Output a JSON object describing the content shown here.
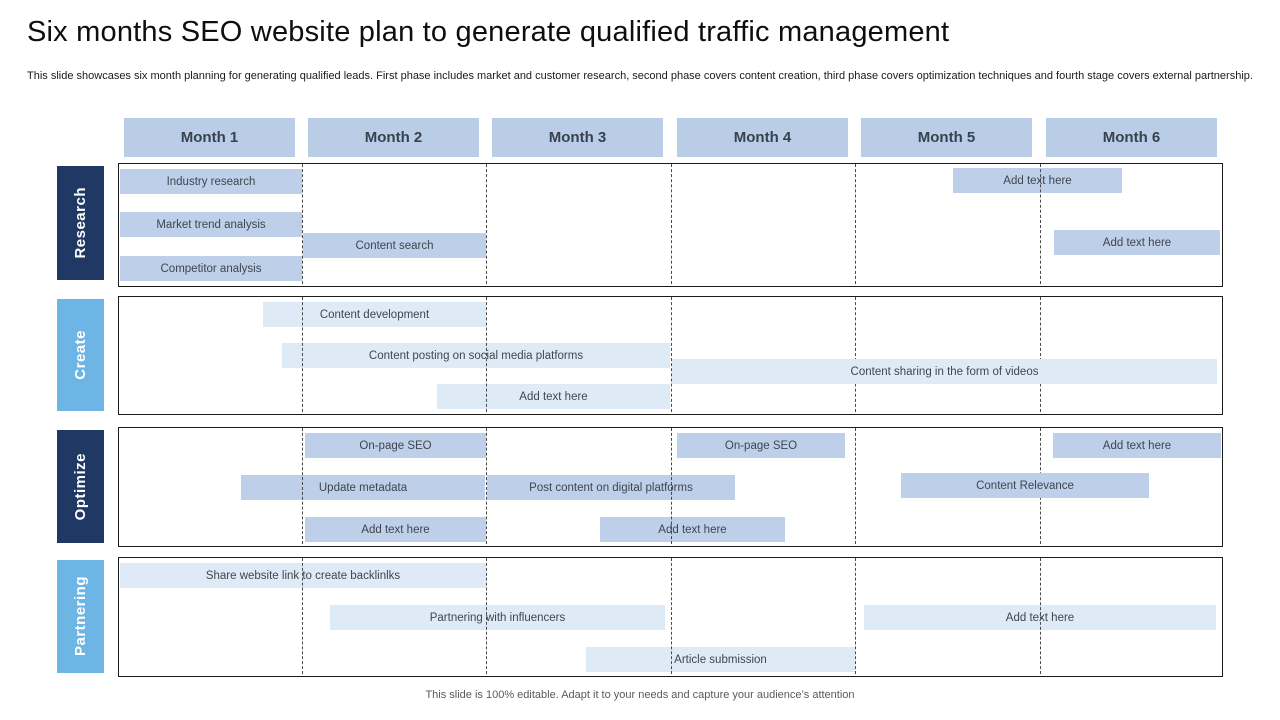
{
  "slide": {
    "title": "Six months SEO website plan to generate qualified traffic management",
    "description": "This slide showcases six month planning for generating qualified leads. First phase includes market and customer research, second phase covers content creation, third phase covers optimization techniques and fourth stage covers external partnership.",
    "footer": "This slide is 100% editable. Adapt it to your needs and capture your audience’s attention"
  },
  "colors": {
    "month_header_fill": "#b9cde7",
    "bar_medium_blue": "#bdcfe9",
    "bar_light_blue": "#deebf7",
    "category_dark_navy": "#1f3864",
    "category_sky_blue": "#6cb5e4"
  },
  "months": [
    "Month 1",
    "Month 2",
    "Month 3",
    "Month 4",
    "Month 5",
    "Month 6"
  ],
  "rows": [
    {
      "label": "Research",
      "tasks": [
        {
          "label": "Industry research",
          "span": "Month 1"
        },
        {
          "label": "Market trend analysis",
          "span": "Month 1"
        },
        {
          "label": "Competitor analysis",
          "span": "Month 1"
        },
        {
          "label": "Content search",
          "span": "Month 2"
        },
        {
          "label": "Add text here",
          "span": "Month 5–6"
        },
        {
          "label": "Add text here",
          "span": "Month 6"
        }
      ]
    },
    {
      "label": "Create",
      "tasks": [
        {
          "label": "Content development",
          "span": "Month 1–2"
        },
        {
          "label": "Content posting on social media platforms",
          "span": "Month 2–3"
        },
        {
          "label": "Content sharing in the form of videos",
          "span": "Month 4–6"
        },
        {
          "label": "Add text here",
          "span": "Month 3"
        }
      ]
    },
    {
      "label": "Optimize",
      "tasks": [
        {
          "label": "On-page  SEO",
          "span": "Month 2"
        },
        {
          "label": "On-page  SEO",
          "span": "Month 4"
        },
        {
          "label": "Add text here",
          "span": "Month 6"
        },
        {
          "label": "Update  metadata",
          "span": "Month 1–2"
        },
        {
          "label": "Post content on digital  platforms",
          "span": "Month 3"
        },
        {
          "label": "Content Relevance",
          "span": "Month 5"
        },
        {
          "label": "Add text here",
          "span": "Month 2"
        },
        {
          "label": "Add text here",
          "span": "Month 3–4"
        }
      ]
    },
    {
      "label": "Partnering",
      "tasks": [
        {
          "label": "Share  website  link to create  backlinlks",
          "span": "Month 1–2"
        },
        {
          "label": "Partnering  with influencers",
          "span": "Month 2–3"
        },
        {
          "label": "Add text here",
          "span": "Month 5–6"
        },
        {
          "label": "Article  submission",
          "span": "Month 3–4"
        }
      ]
    }
  ]
}
